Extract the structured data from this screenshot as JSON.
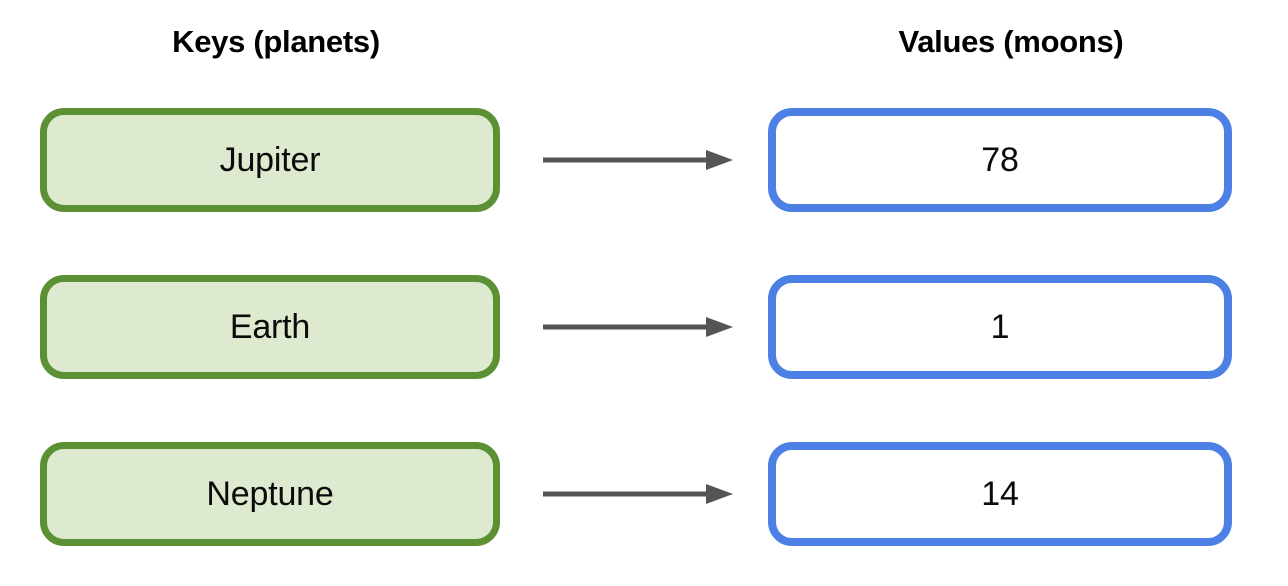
{
  "diagram": {
    "title_left": "Keys (planets)",
    "title_right": "Values (moons)",
    "colors": {
      "key_border": "#5b9134",
      "key_fill": "#deeacf",
      "value_border": "#4d80e4",
      "value_fill": "#ffffff",
      "arrow": "#555555",
      "text": "#0b0b0b",
      "background": "#ffffff"
    },
    "arrow_icon_name": "arrow-right-icon",
    "pairs": [
      {
        "key": "Jupiter",
        "value": "78"
      },
      {
        "key": "Earth",
        "value": "1"
      },
      {
        "key": "Neptune",
        "value": "14"
      }
    ]
  }
}
